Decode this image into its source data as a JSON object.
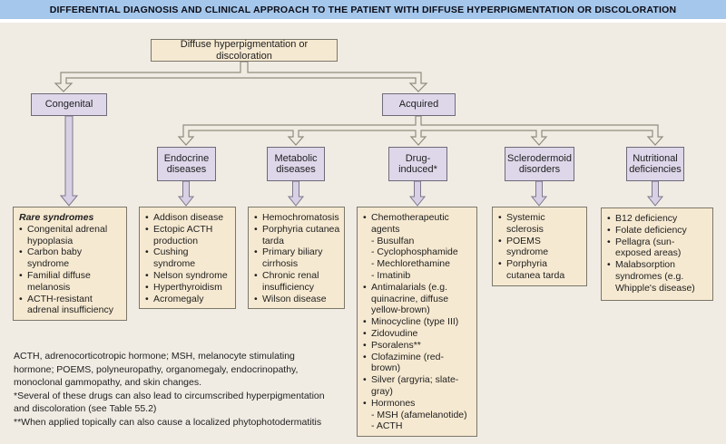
{
  "header": {
    "title": "DIFFERENTIAL DIAGNOSIS AND CLINICAL APPROACH TO THE PATIENT WITH DIFFUSE HYPERPIGMENTATION OR DISCOLORATION"
  },
  "flowchart": {
    "root": {
      "label": "Diffuse hyperpigmentation or discoloration"
    },
    "branches": [
      {
        "label": "Congenital"
      },
      {
        "label": "Acquired"
      }
    ],
    "categories": [
      {
        "label": "Endocrine diseases"
      },
      {
        "label": "Metabolic diseases"
      },
      {
        "label": "Drug-induced*"
      },
      {
        "label": "Sclerodermoid disorders"
      },
      {
        "label": "Nutritional deficiencies"
      }
    ]
  },
  "lists": {
    "rare": {
      "title": "Rare syndromes",
      "items": [
        {
          "text": "Congenital adrenal hypoplasia"
        },
        {
          "text": "Carbon baby syndrome"
        },
        {
          "text": "Familial diffuse melanosis"
        },
        {
          "text": "ACTH-resistant adrenal insufficiency"
        }
      ]
    },
    "endocrine": {
      "items": [
        {
          "text": "Addison disease"
        },
        {
          "text": "Ectopic ACTH production"
        },
        {
          "text": "Cushing syndrome"
        },
        {
          "text": "Nelson syndrome"
        },
        {
          "text": "Hyperthyroidism"
        },
        {
          "text": "Acromegaly"
        }
      ]
    },
    "metabolic": {
      "items": [
        {
          "text": "Hemochromatosis"
        },
        {
          "text": "Porphyria cutanea tarda"
        },
        {
          "text": "Primary biliary cirrhosis"
        },
        {
          "text": "Chronic renal insufficiency"
        },
        {
          "text": "Wilson disease"
        }
      ]
    },
    "drug": {
      "items": [
        {
          "text": "Chemotherapeutic agents",
          "sub": [
            "Busulfan",
            "Cyclophosphamide",
            "Mechlorethamine",
            "Imatinib"
          ]
        },
        {
          "text": "Antimalarials (e.g. quinacrine, diffuse yellow-brown)"
        },
        {
          "text": "Minocycline (type III)"
        },
        {
          "text": "Zidovudine"
        },
        {
          "text": "Psoralens**"
        },
        {
          "text": "Clofazimine (red-brown)"
        },
        {
          "text": "Silver (argyria; slate-gray)"
        },
        {
          "text": "Hormones",
          "sub": [
            "MSH (afamelanotide)",
            "ACTH"
          ]
        }
      ]
    },
    "sclero": {
      "items": [
        {
          "text": "Systemic sclerosis"
        },
        {
          "text": "POEMS syndrome"
        },
        {
          "text": "Porphyria cutanea tarda"
        }
      ]
    },
    "nutrition": {
      "items": [
        {
          "text": "B12 deficiency"
        },
        {
          "text": "Folate deficiency"
        },
        {
          "text": "Pellagra (sun-exposed areas)"
        },
        {
          "text": "Malabsorption syndromes (e.g. Whipple's disease)"
        }
      ]
    }
  },
  "footnotes": {
    "lines": [
      "ACTH, adrenocorticotropic hormone; MSH, melanocyte stimulating",
      "hormone; POEMS, polyneuropathy, organomegaly, endocrinopathy,",
      "monoclonal gammopathy, and skin changes.",
      "*Several of these drugs can also lead to circumscribed hyperpigmentation",
      "and discoloration (see Table 55.2)",
      "**When applied topically can also cause a localized phytophotodermatitis"
    ]
  },
  "colors": {
    "header_bg": "#a5c7eb",
    "body_bg": "#f0ece4",
    "box_tan": "#f6e9d1",
    "box_lavender": "#ded7ea",
    "arrow_lavender": "#d8d1e6",
    "outline_gray": "#8f8b7c",
    "text": "#1e1e1e"
  }
}
